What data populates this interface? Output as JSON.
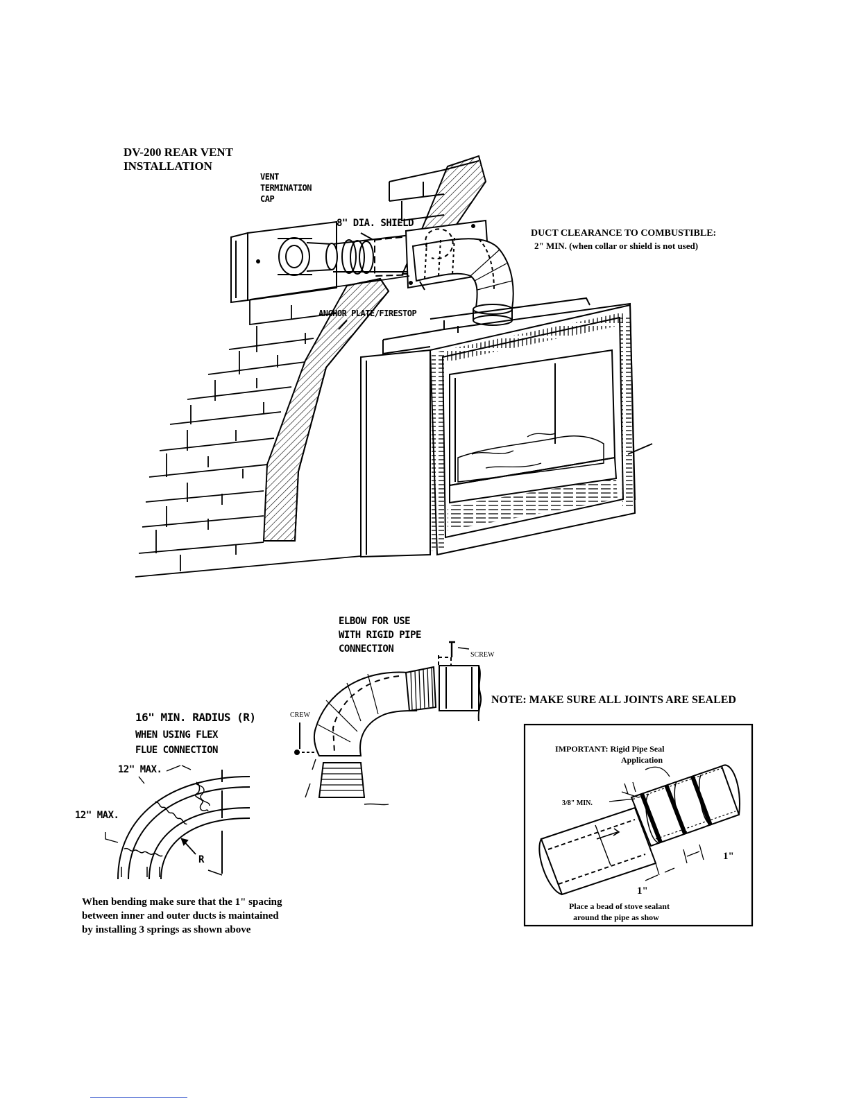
{
  "main_figure": {
    "title_line1": "DV-200 REAR VENT",
    "title_line2": "INSTALLATION",
    "vent_cap_line1": "VENT",
    "vent_cap_line2": "TERMINATION",
    "vent_cap_line3": "CAP",
    "shield_label": "8\" DIA. SHIELD",
    "anchor_label": "ANCHOR PLATE/FIRESTOP",
    "clearance_line1": "DUCT CLEARANCE TO COMBUSTIBLE:",
    "clearance_line2": "2\" MIN. (when collar or shield is not used)"
  },
  "elbow_figure": {
    "label_line1": "ELBOW FOR USE",
    "label_line2": "WITH RIGID PIPE",
    "label_line3": "CONNECTION",
    "screw_right": "SCREW",
    "screw_left": "CREW"
  },
  "note": "NOTE: MAKE SURE ALL JOINTS ARE SEALED",
  "flex_figure": {
    "label_line1": "16\" MIN. RADIUS (R)",
    "label_line2": "WHEN USING FLEX",
    "label_line3": "FLUE CONNECTION",
    "max_top": "12\" MAX.",
    "max_left": "12\" MAX.",
    "radius_mark": "R",
    "caption_line1": "When bending make sure that the 1\" spacing",
    "caption_line2": "between inner and outer ducts is maintained",
    "caption_line3": "by installing 3 springs as shown above"
  },
  "seal_figure": {
    "heading_line1": "IMPORTANT: Rigid Pipe Seal",
    "heading_line2": "Application",
    "min_label": "3/8\" MIN.",
    "dim_right": "1\"",
    "dim_bottom": "1\"",
    "caption_line1": "Place a bead of stove sealant",
    "caption_line2": "around the pipe as show"
  }
}
